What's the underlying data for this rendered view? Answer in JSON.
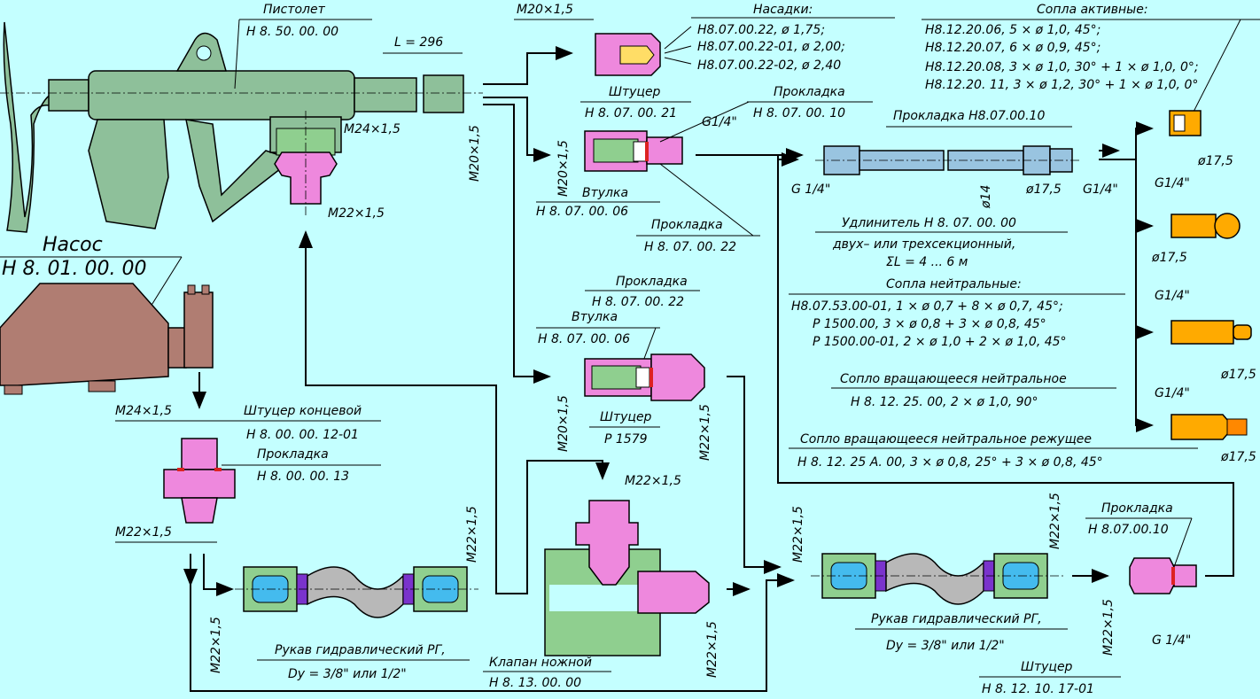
{
  "labels": {
    "pistol_title": "Пистолет",
    "pistol_code": "Н 8. 50. 00. 00",
    "length": "L = 296",
    "m20_top": "M20×1,5",
    "m20_vert": "M20×1,5",
    "m24_pistol": "M24×1,5",
    "m22_pistol": "M22×1,5",
    "pump_title": "Насос",
    "pump_code": "Н 8. 01. 00. 00",
    "nozzles_title": "Насадки:",
    "nozzle_1": "Н8.07.00.22,        ø 1,75;",
    "nozzle_2": "Н8.07.00.22-01,  ø 2,00;",
    "nozzle_3": "Н8.07.00.22-02,  ø 2,40",
    "shtutser_1": "Штуцер",
    "shtutser_1_code": "Н 8. 07. 00. 21",
    "prokladka_1": "Прокладка",
    "prokladka_1_code": "Н 8. 07. 00. 10",
    "g14_1": "G1/4\"",
    "m20_2": "M20×1,5",
    "vtulka_1": "Втулка",
    "vtulka_1_code": "Н 8. 07. 00. 06",
    "prokladka_2": "Прокладка",
    "prokladka_2_code": "Н 8. 07. 00. 22",
    "active_title": "Сопла  активные:",
    "active_1": "Н8.12.20.06,   5 × ø 1,0,  45°;",
    "active_2": "Н8.12.20.07,   6 × ø 0,9,  45°;",
    "active_3": "Н8.12.20.08,   3 × ø 1,0,  30° + 1 × ø 1,0,  0°;",
    "active_4": "Н8.12.20. 11,   3 × ø 1,2,  30° + 1 × ø 1,0,  0°",
    "ext_prokladka": "Прокладка Н8.07.00.10",
    "g14_ext_left": "G 1/4\"",
    "d14": "ø14",
    "d175_ext": "ø17,5",
    "g14_ext_right": "G1/4\"",
    "ext_title": "Удлинитель  Н 8. 07. 00. 00",
    "ext_sub": "двух–  или   трехсекционный,",
    "ext_len": "ΣL = 4 ... 6 м",
    "neutral_title": "Сопла   нейтральные:",
    "neutral_1": "Н8.07.53.00-01,   1 × ø 0,7 + 8 × ø 0,7,  45°;",
    "neutral_2": "Р 1500.00,           3 × ø 0,8 + 3 × ø 0,8,  45°",
    "neutral_3": "Р 1500.00-01,   2 × ø 1,0 + 2 × ø 1,0,  45°",
    "rot_neutral": "Сопло   вращающееся   нейтральное",
    "rot_neutral_code": "Н 8. 12. 25. 00,    2 × ø 1,0,    90°",
    "rot_cut": "Сопло   вращающееся   нейтральное   режущее",
    "rot_cut_code": "Н 8. 12. 25 А. 00,   3 × ø 0,8,  25° + 3 × ø 0,8,  45°",
    "d175_a": "ø17,5",
    "g14_b": "G1/4\"",
    "d175_b": "ø17,5",
    "g14_c": "G1/4\"",
    "d175_c": "ø17,5",
    "g14_d": "G1/4\"",
    "d175_d": "ø17,5",
    "mid_prokladka": "Прокладка",
    "mid_prokladka_code": "Н 8. 07. 00. 22",
    "mid_vtulka": "Втулка",
    "mid_vtulka_code": "Н 8. 07. 00. 06",
    "mid_shtutser": "Штуцер",
    "mid_shtutser_code": "Р 1579",
    "m20_mid": "M20×1,5",
    "m22_mid": "M22×1,5",
    "m24_pump": "M24×1,5",
    "end_fitting": "Штуцер  концевой",
    "end_fitting_code": "Н 8. 00. 00. 12-01",
    "end_prokladka": "Прокладка",
    "end_prokladka_code": "Н 8. 00. 00. 13",
    "m22_pump": "M22×1,5",
    "m22_hose1_left": "M22×1,5",
    "m22_hose1_right": "M22×1,5",
    "hose1_title": "Рукав  гидравлический  РГ,",
    "hose1_dy": "Dy  =  3/8\"  или  1/2\"",
    "m22_valve_top": "M22×1,5",
    "m22_valve_right": "M22×1,5",
    "valve_title": "Клапан   ножной",
    "valve_code": "Н 8. 13. 00. 00",
    "m22_hose2_left": "M22×1,5",
    "m22_hose2_right": "M22×1,5",
    "hose2_title": "Рукав  гидравлический  РГ,",
    "hose2_dy": "Dy  =  3/8\"  или  1/2\"",
    "br_prokladka": "Прокладка",
    "br_prokladka_code": "Н 8.07.00.10",
    "m22_br": "M22×1,5",
    "g14_br": "G 1/4\"",
    "br_shtutser": "Штуцер",
    "br_shtutser_code": "Н 8. 12. 10. 17-01"
  },
  "colors": {
    "background": "#c4ffff",
    "pistol_body": "#8ec09a",
    "pump_body": "#b07d72",
    "fitting_pink": "#ee88dd",
    "hose_grey": "#b8b8b8",
    "fitting_green": "#8fcf8f",
    "nut_blue": "#44bbee",
    "collar_violet": "#7a33cc",
    "nozzle_orange": "#ffaa00",
    "extension_blue": "#99c4e0",
    "gasket_red": "#dd2222"
  }
}
